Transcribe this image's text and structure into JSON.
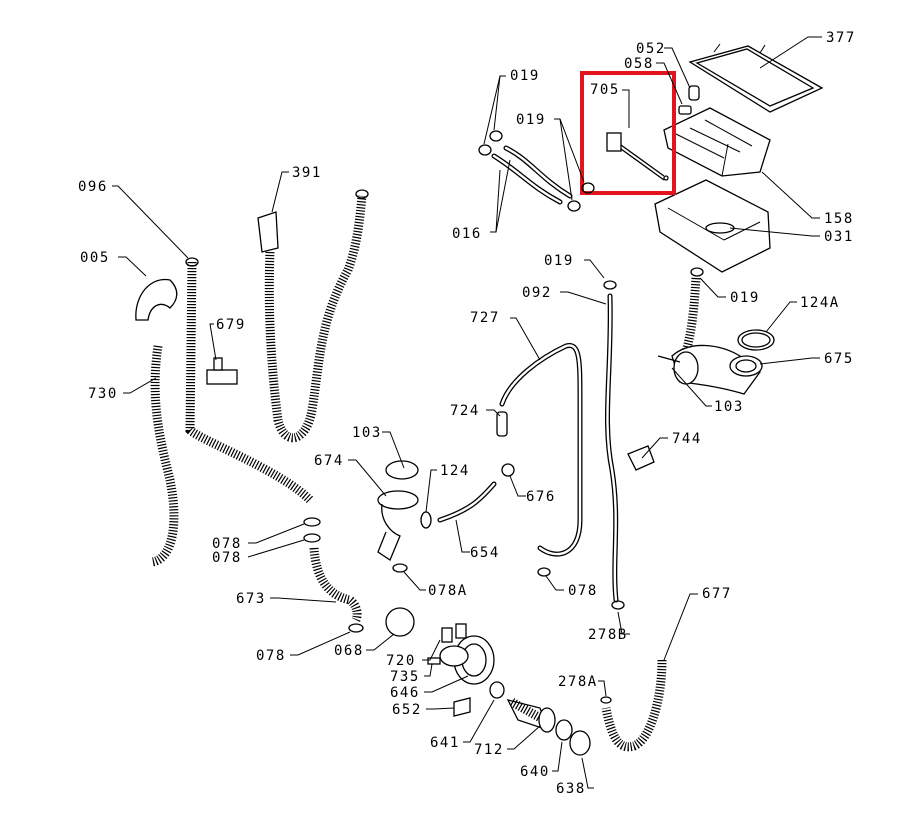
{
  "highlight_color": "#e3151a",
  "labels": {
    "l377": "377",
    "l052": "052",
    "l058": "058",
    "l705": "705",
    "l019": "019",
    "l016": "016",
    "l158": "158",
    "l031": "031",
    "l124A": "124A",
    "l675": "675",
    "l103": "103",
    "l092": "092",
    "l727": "727",
    "l724": "724",
    "l744": "744",
    "l096": "096",
    "l005": "005",
    "l730": "730",
    "l391": "391",
    "l679": "679",
    "l674": "674",
    "l124": "124",
    "l676": "676",
    "l654": "654",
    "l078A": "078A",
    "l078": "078",
    "l673": "673",
    "l068": "068",
    "l278B": "278B",
    "l677": "677",
    "l720": "720",
    "l735": "735",
    "l646": "646",
    "l652": "652",
    "l641": "641",
    "l712": "712",
    "l640": "640",
    "l638": "638",
    "l278A": "278A"
  }
}
